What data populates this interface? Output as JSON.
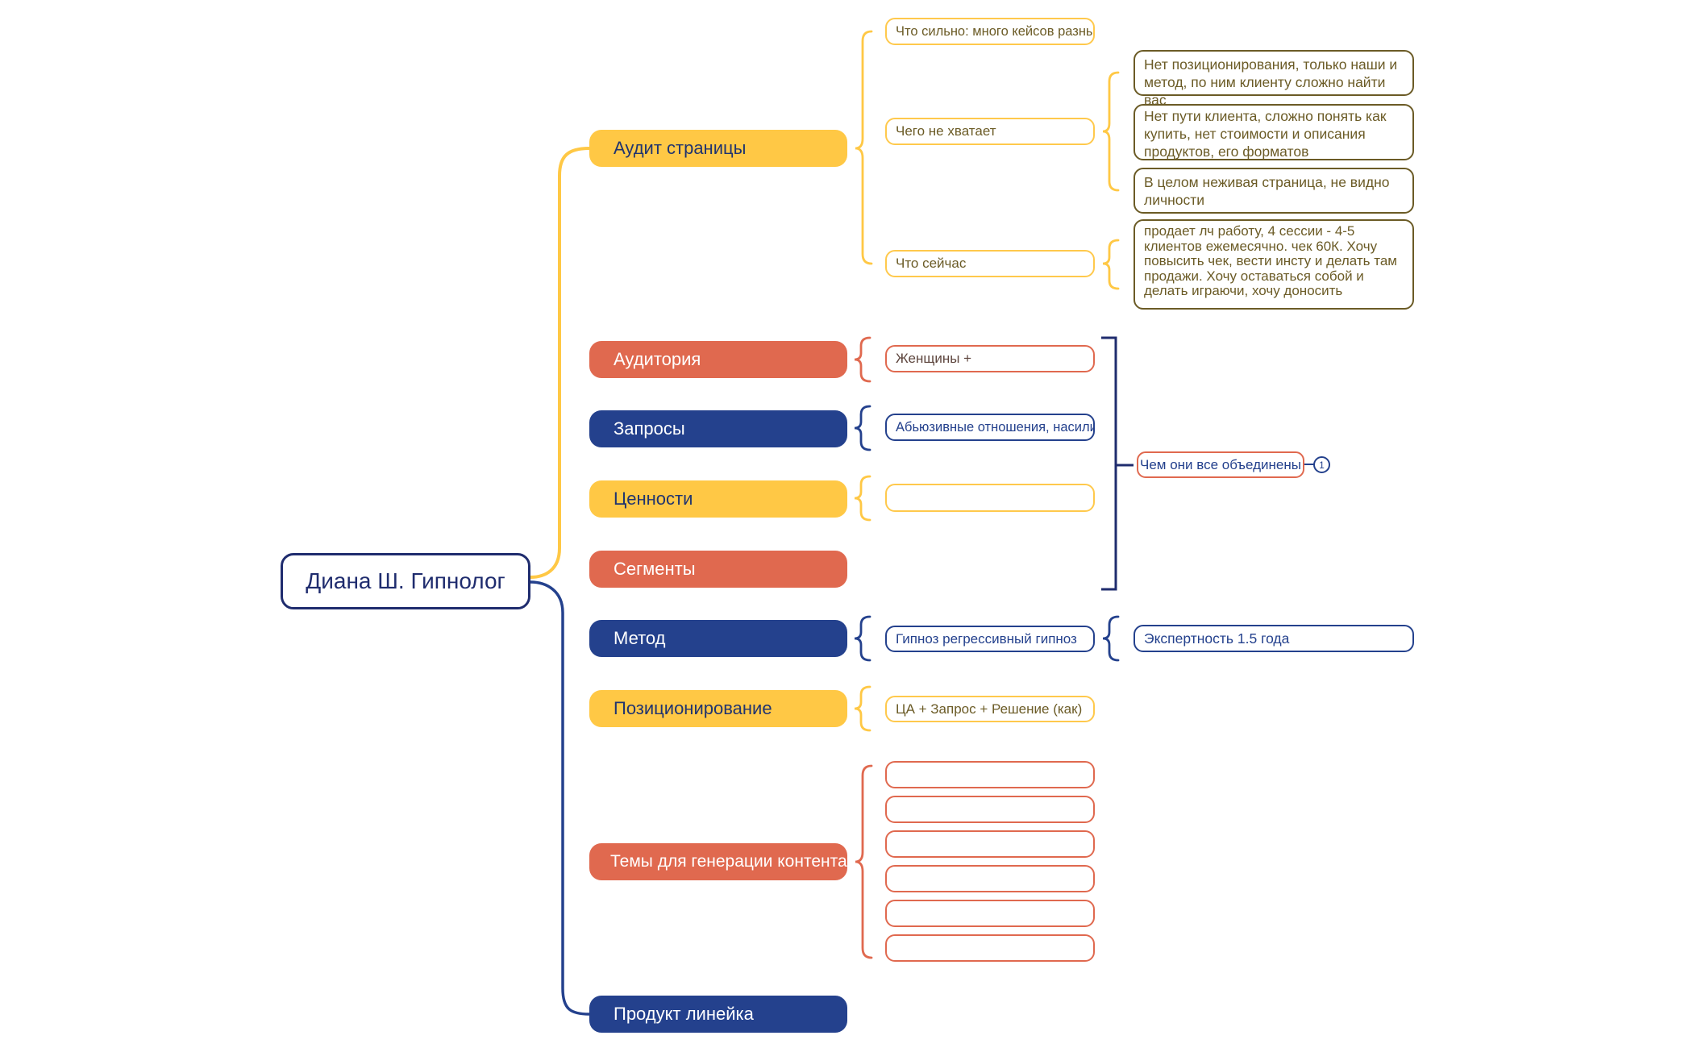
{
  "colors": {
    "yellow": "#FFC845",
    "salmon": "#E0694F",
    "navy": "#24418D",
    "yellow_note_text": "#6B5B26",
    "root_text": "#1F2C6E",
    "background": "#FFFFFF"
  },
  "root": {
    "label": "Диана Ш. Гипнолог"
  },
  "audit": {
    "label": "Аудит страницы",
    "strong": {
      "label": "Что сильно: много кейсов разных"
    },
    "missing": {
      "label": "Чего не хватает",
      "notes": [
        "Нет позиционирования, только наши и метод, по ним клиенту сложно найти вас",
        "Нет пути клиента, сложно понять как купить, нет стоимости и описания продуктов, его форматов",
        "В целом неживая страница, не видно личности"
      ]
    },
    "now": {
      "label": "Что сейчас",
      "notes": [
        "продает лч работу, 4 сессии - 4-5 клиентов ежемесячно. чек 60К. Хочу повысить чек, вести инсту и делать там продажи. Хочу оставаться собой и делать играючи, хочу доносить"
      ]
    }
  },
  "audience": {
    "label": "Аудитория",
    "child": "Женщины +"
  },
  "requests": {
    "label": "Запросы",
    "child": "Абьюзивные отношения, насилие"
  },
  "values": {
    "label": "Ценности",
    "child": ""
  },
  "segments": {
    "label": "Сегменты"
  },
  "group_note": {
    "label": "Чем они все объединены",
    "badge": "1"
  },
  "method": {
    "label": "Метод",
    "child": "Гипноз регрессивный гипноз",
    "note": "Экспертность 1.5 года"
  },
  "positioning": {
    "label": "Позиционирование",
    "child": "ЦА + Запрос + Решение (как)"
  },
  "topics": {
    "label": "Темы для генерации контента",
    "placeholder_count": 6
  },
  "products": {
    "label": "Продукт линейка"
  }
}
